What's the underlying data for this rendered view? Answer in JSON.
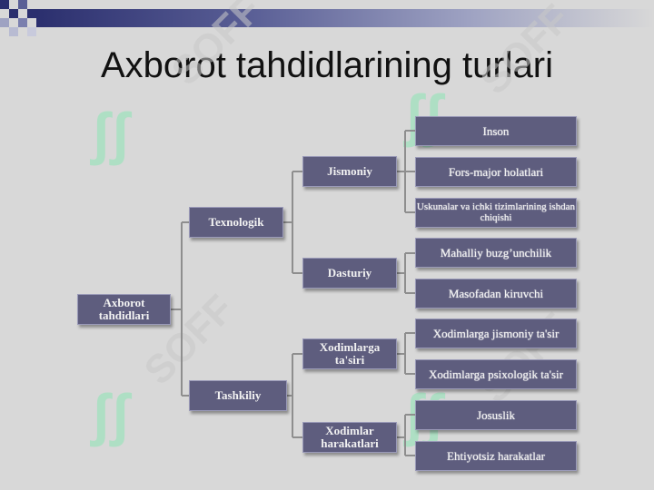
{
  "title": "Axborot tahdidlarining turlari",
  "watermark": {
    "text": "SOFF",
    "logo": "ʃʃ"
  },
  "diagram": {
    "root": "Axborot tahdidlari",
    "level1": [
      "Texnologik",
      "Tashkiliy"
    ],
    "level2": [
      "Jismoniy",
      "Dasturiy",
      "Xodimlarga ta'siri",
      "Xodimlar harakatlari"
    ],
    "leaves": [
      "Inson",
      "Fors-major holatlari",
      "Uskunalar va ichki tizimlarining ishdan chiqishi",
      "Mahalliy buzg’unchilik",
      "Masofadan kiruvchi",
      "Xodimlarga jismoniy ta'sir",
      "Xodimlarga psixologik ta'sir",
      "Josuslik",
      "Ehtiyotsiz harakatlar"
    ]
  },
  "colors": {
    "node_fill": "#5e5d7e",
    "line": "#8e8e8e",
    "accent": "#2b2f6e",
    "background": "#d8d8d8"
  }
}
